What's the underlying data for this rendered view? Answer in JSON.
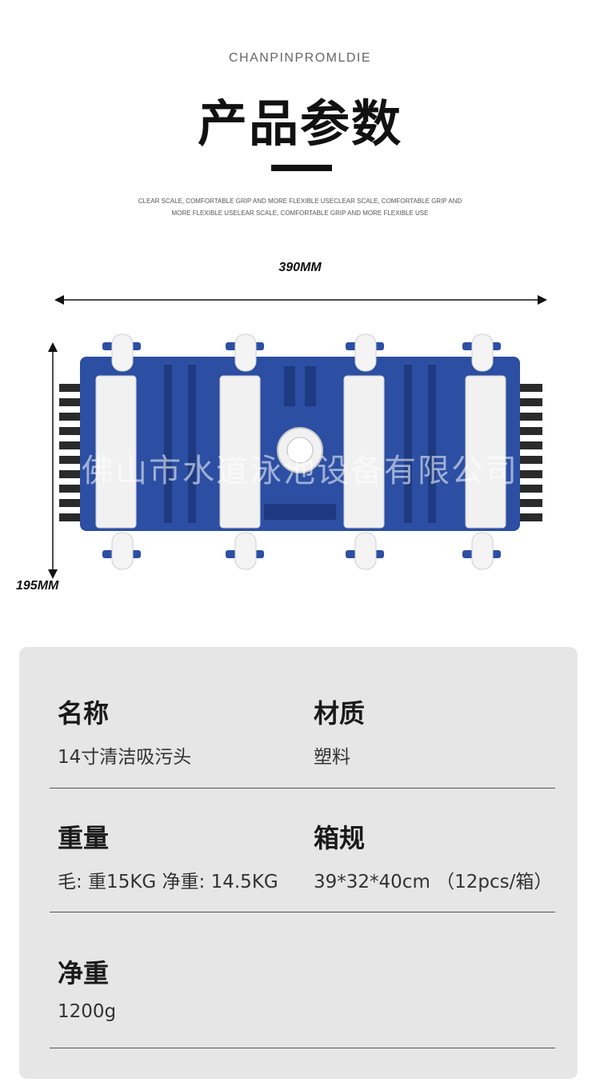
{
  "header": {
    "eyebrow": "CHANPINPROMLDIE",
    "title": "产品参数",
    "blurb": "CLEAR SCALE, COMFORTABLE GRIP AND MORE FLEXIBLE USECLEAR SCALE, COMFORTABLE GRIP AND MORE FLEXIBLE USELEAR SCALE, COMFORTABLE GRIP AND MORE FLEXIBLE USE"
  },
  "product": {
    "width_label": "390MM",
    "height_label": "195MM",
    "watermark": "佛山市水道泳池设备有限公司",
    "colors": {
      "body": "#2c4fa3",
      "body_dark": "#1e3a80",
      "strap": "#f1f1f1",
      "bristle": "#2a2a2a"
    }
  },
  "specs": [
    {
      "label": "名称",
      "value": "14寸清洁吸污头"
    },
    {
      "label": "材质",
      "value": "塑料"
    },
    {
      "label": "重量",
      "value": "毛: 重15KG  净重: 14.5KG"
    },
    {
      "label": "箱规",
      "value": "39*32*40cm （12pcs/箱）"
    },
    {
      "label": "净重",
      "value": "1200g"
    }
  ]
}
